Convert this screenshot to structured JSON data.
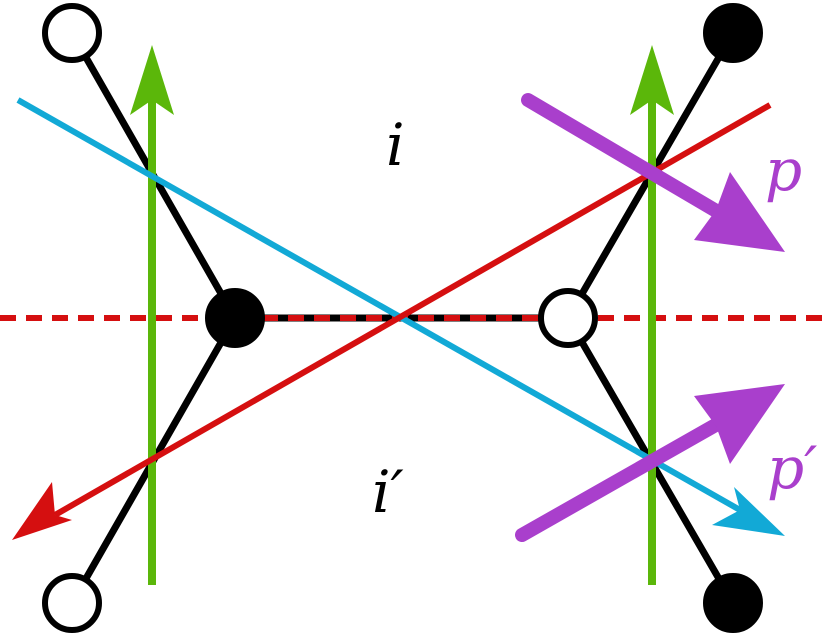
{
  "labels": {
    "i": "i",
    "i_prime": "i′",
    "p": "p",
    "p_prime": "p′"
  },
  "colors": {
    "edge": "#000000",
    "green": "#5bb70a",
    "blue": "#12a9d6",
    "red": "#d50f10",
    "purple": "#a93fcc",
    "dashed": "#d50f10"
  }
}
